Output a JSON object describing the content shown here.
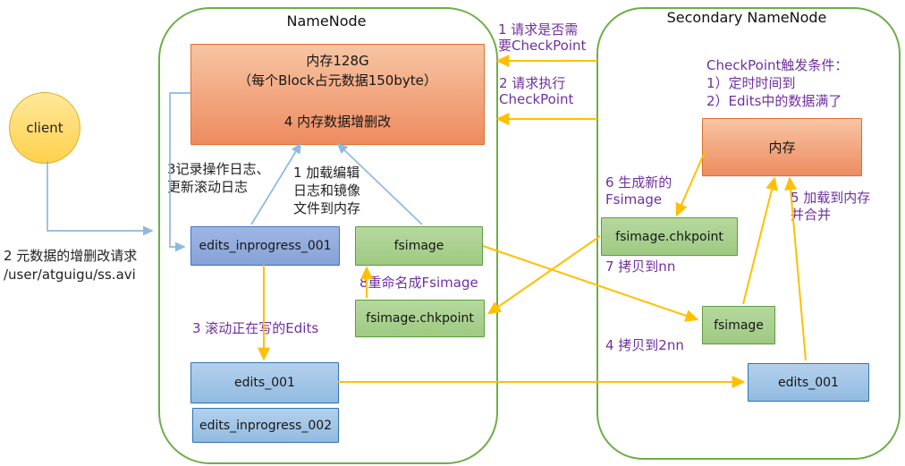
{
  "colors": {
    "container_border": "#70ad47",
    "arrow_yellow": "#ffc000",
    "arrow_blue": "#8fb8e0",
    "note_purple": "#7030a0",
    "memory_fill": "#f0916a",
    "green_node_fill": "#a9d18e",
    "blue_node_fill": "#9dc3e6",
    "violet_node_fill": "#8faadc",
    "client_fill": "#ffd966"
  },
  "client": {
    "label": "client",
    "request": [
      "2 元数据的增删改请求",
      "/user/atguigu/ss.avi"
    ]
  },
  "namenode": {
    "title": "NameNode",
    "memory": [
      "内存128G",
      "（每个Block占元数据150byte）",
      "4 内存数据增删改"
    ],
    "note_record": [
      "3记录操作日志、",
      "更新滚动日志"
    ],
    "note_load": [
      "1 加载编辑",
      "日志和镜像",
      "文件到内存"
    ],
    "note_roll": "3 滚动正在写的Edits",
    "note_rename": "8重命名成Fsimage",
    "boxes": {
      "edits_inprogress_001": "edits_inprogress_001",
      "fsimage": "fsimage",
      "fsimage_chkpoint": "fsimage.chkpoint",
      "edits_001": "edits_001",
      "edits_inprogress_002": "edits_inprogress_002"
    }
  },
  "secondary": {
    "title": "Secondary NameNode",
    "trigger": [
      "CheckPoint触发条件：",
      "1）定时时间到",
      "2）Edits中的数据满了"
    ],
    "memory": "内存",
    "note_generate": [
      "6 生成新的",
      "Fsimage"
    ],
    "note_load_merge": [
      "5 加载到内存",
      "并合并"
    ],
    "note_copy_nn": "7 拷贝到nn",
    "note_copy_2nn": "4 拷贝到2nn",
    "boxes": {
      "fsimage_chkpoint": "fsimage.chkpoint",
      "fsimage": "fsimage",
      "edits_001": "edits_001"
    }
  },
  "interactions": {
    "request_check": [
      "1 请求是否需",
      "要CheckPoint"
    ],
    "request_execute": [
      "2 请求执行",
      "CheckPoint"
    ]
  }
}
